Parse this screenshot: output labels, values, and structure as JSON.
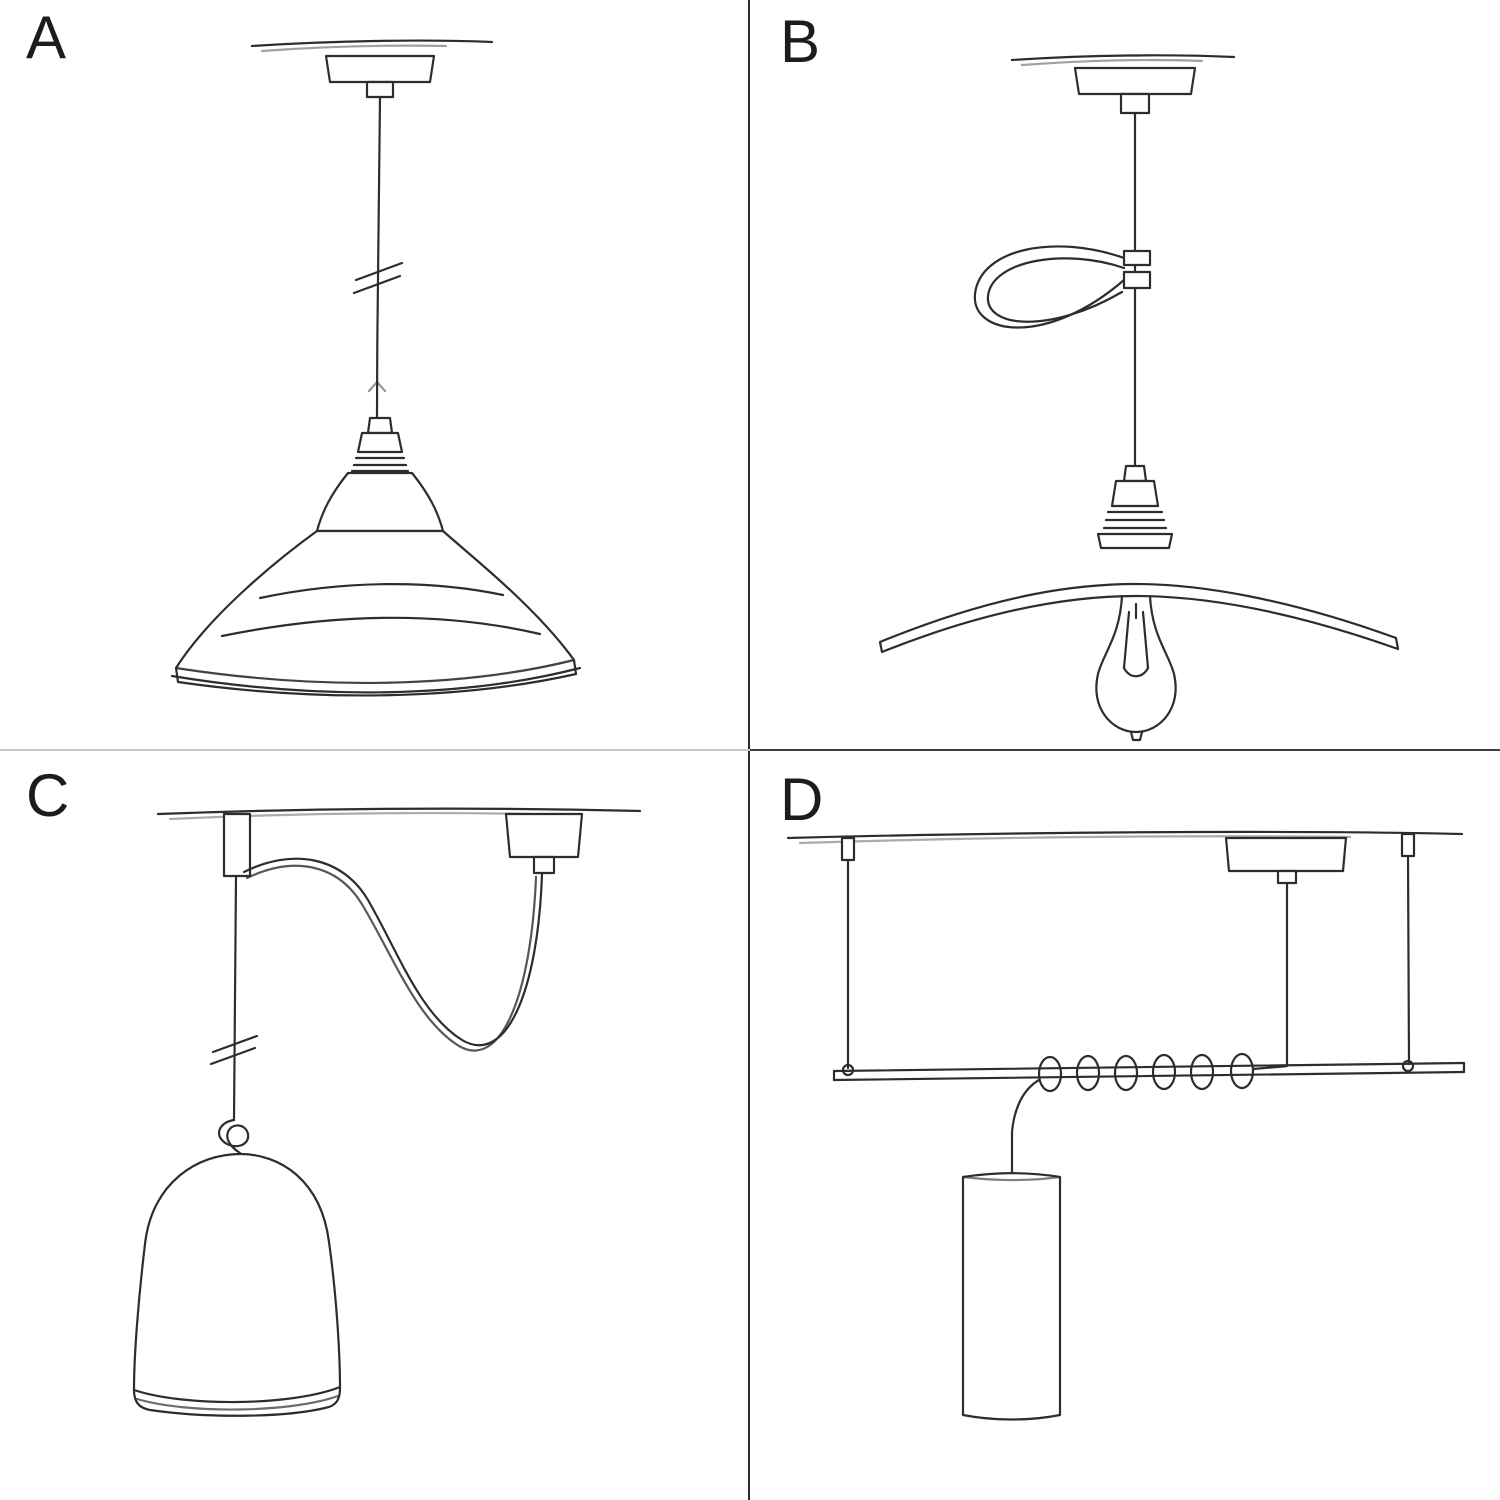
{
  "style": {
    "background": "#ffffff",
    "ink": "#2d2d2d",
    "divider_dark": "#2a2a2a",
    "divider_light": "#c7c7c7"
  },
  "panels": [
    {
      "label": "A",
      "sketch_name": "pendant-industrial-shade-sketch"
    },
    {
      "label": "B",
      "sketch_name": "pendant-flat-shade-edison-bulb-hook-sketch"
    },
    {
      "label": "C",
      "sketch_name": "swag-pendant-bell-shade-sketch"
    },
    {
      "label": "D",
      "sketch_name": "bar-suspension-coiled-cable-tube-pendant-sketch"
    }
  ]
}
